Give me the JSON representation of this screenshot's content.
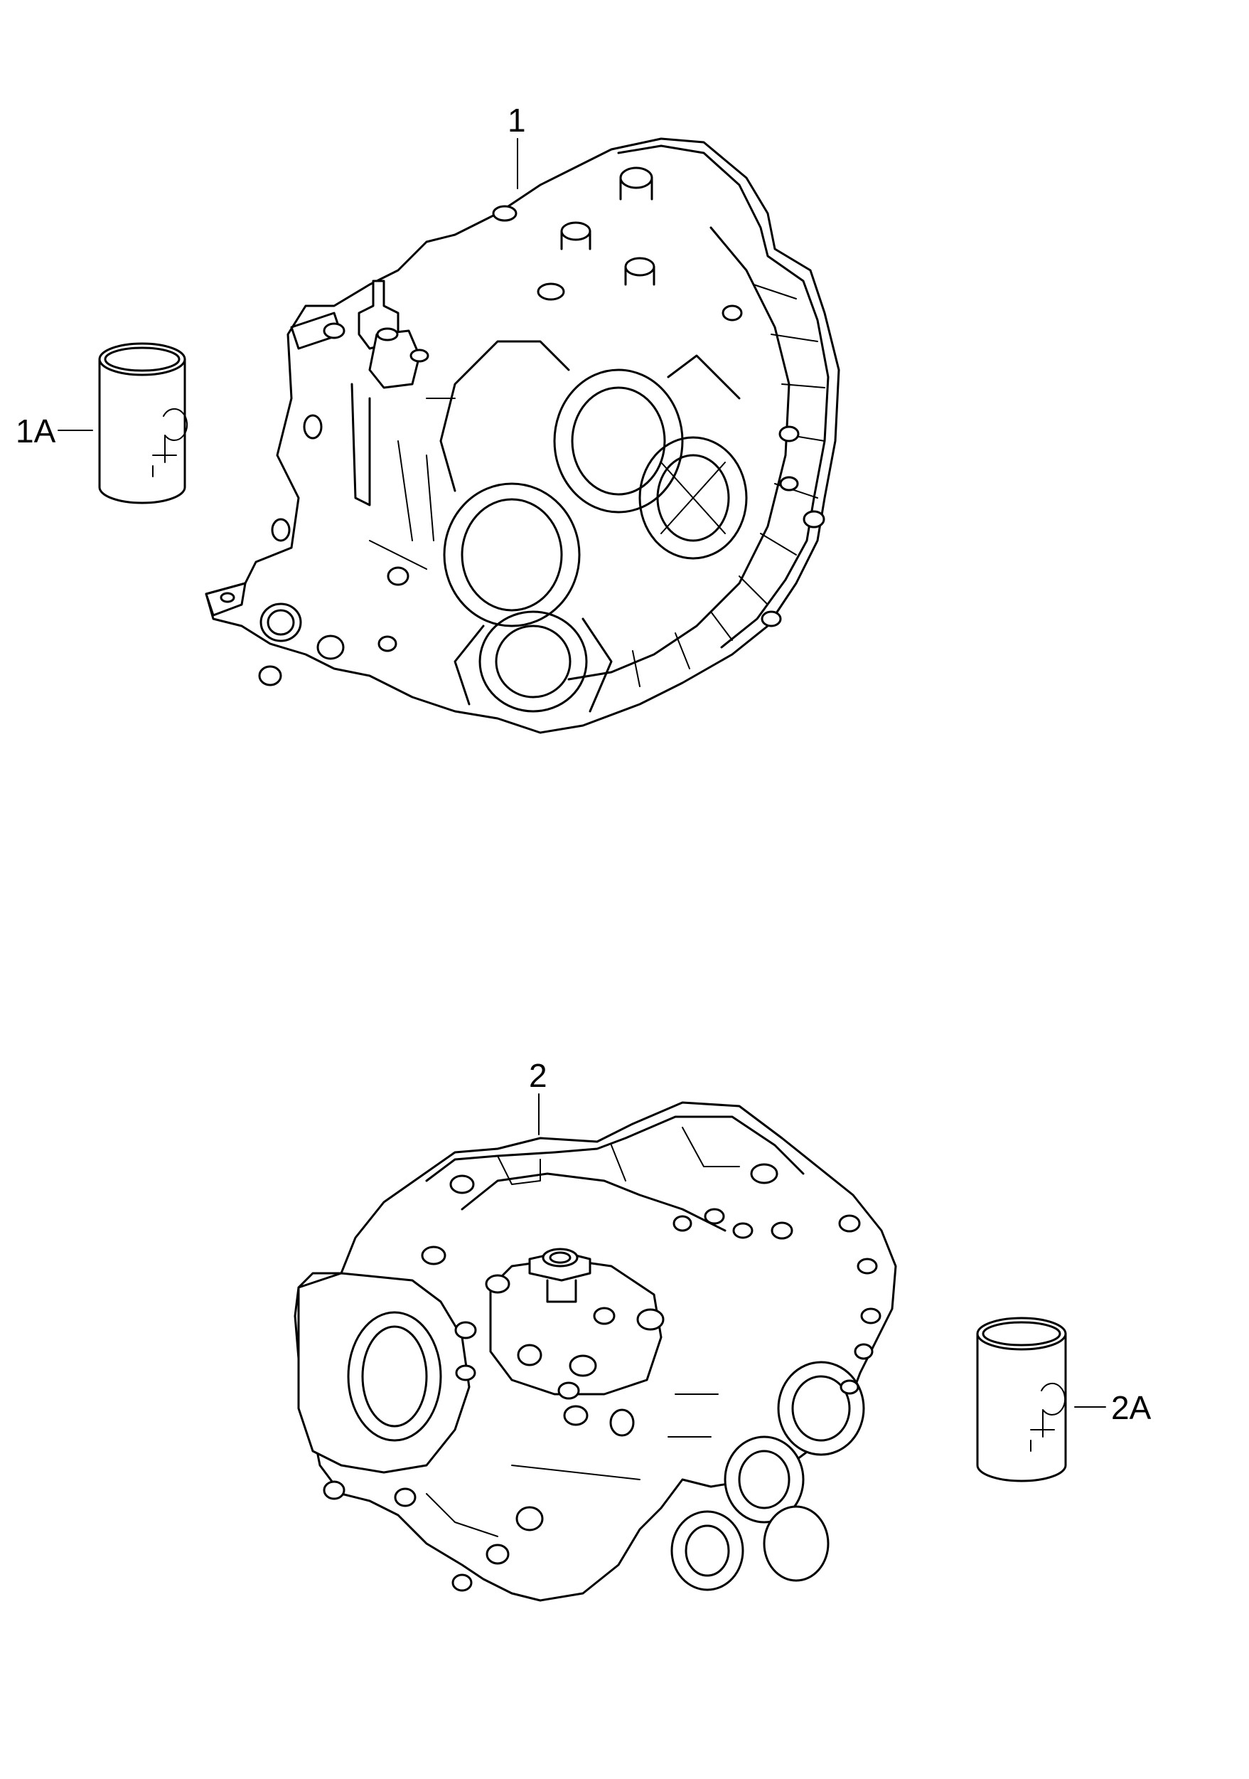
{
  "parts": [
    {
      "id": "1",
      "label": "1"
    },
    {
      "id": "1A",
      "label": "1A"
    },
    {
      "id": "2",
      "label": "2"
    },
    {
      "id": "2A",
      "label": "2A"
    }
  ],
  "colors": {
    "line": "#000000",
    "background": "#ffffff"
  }
}
